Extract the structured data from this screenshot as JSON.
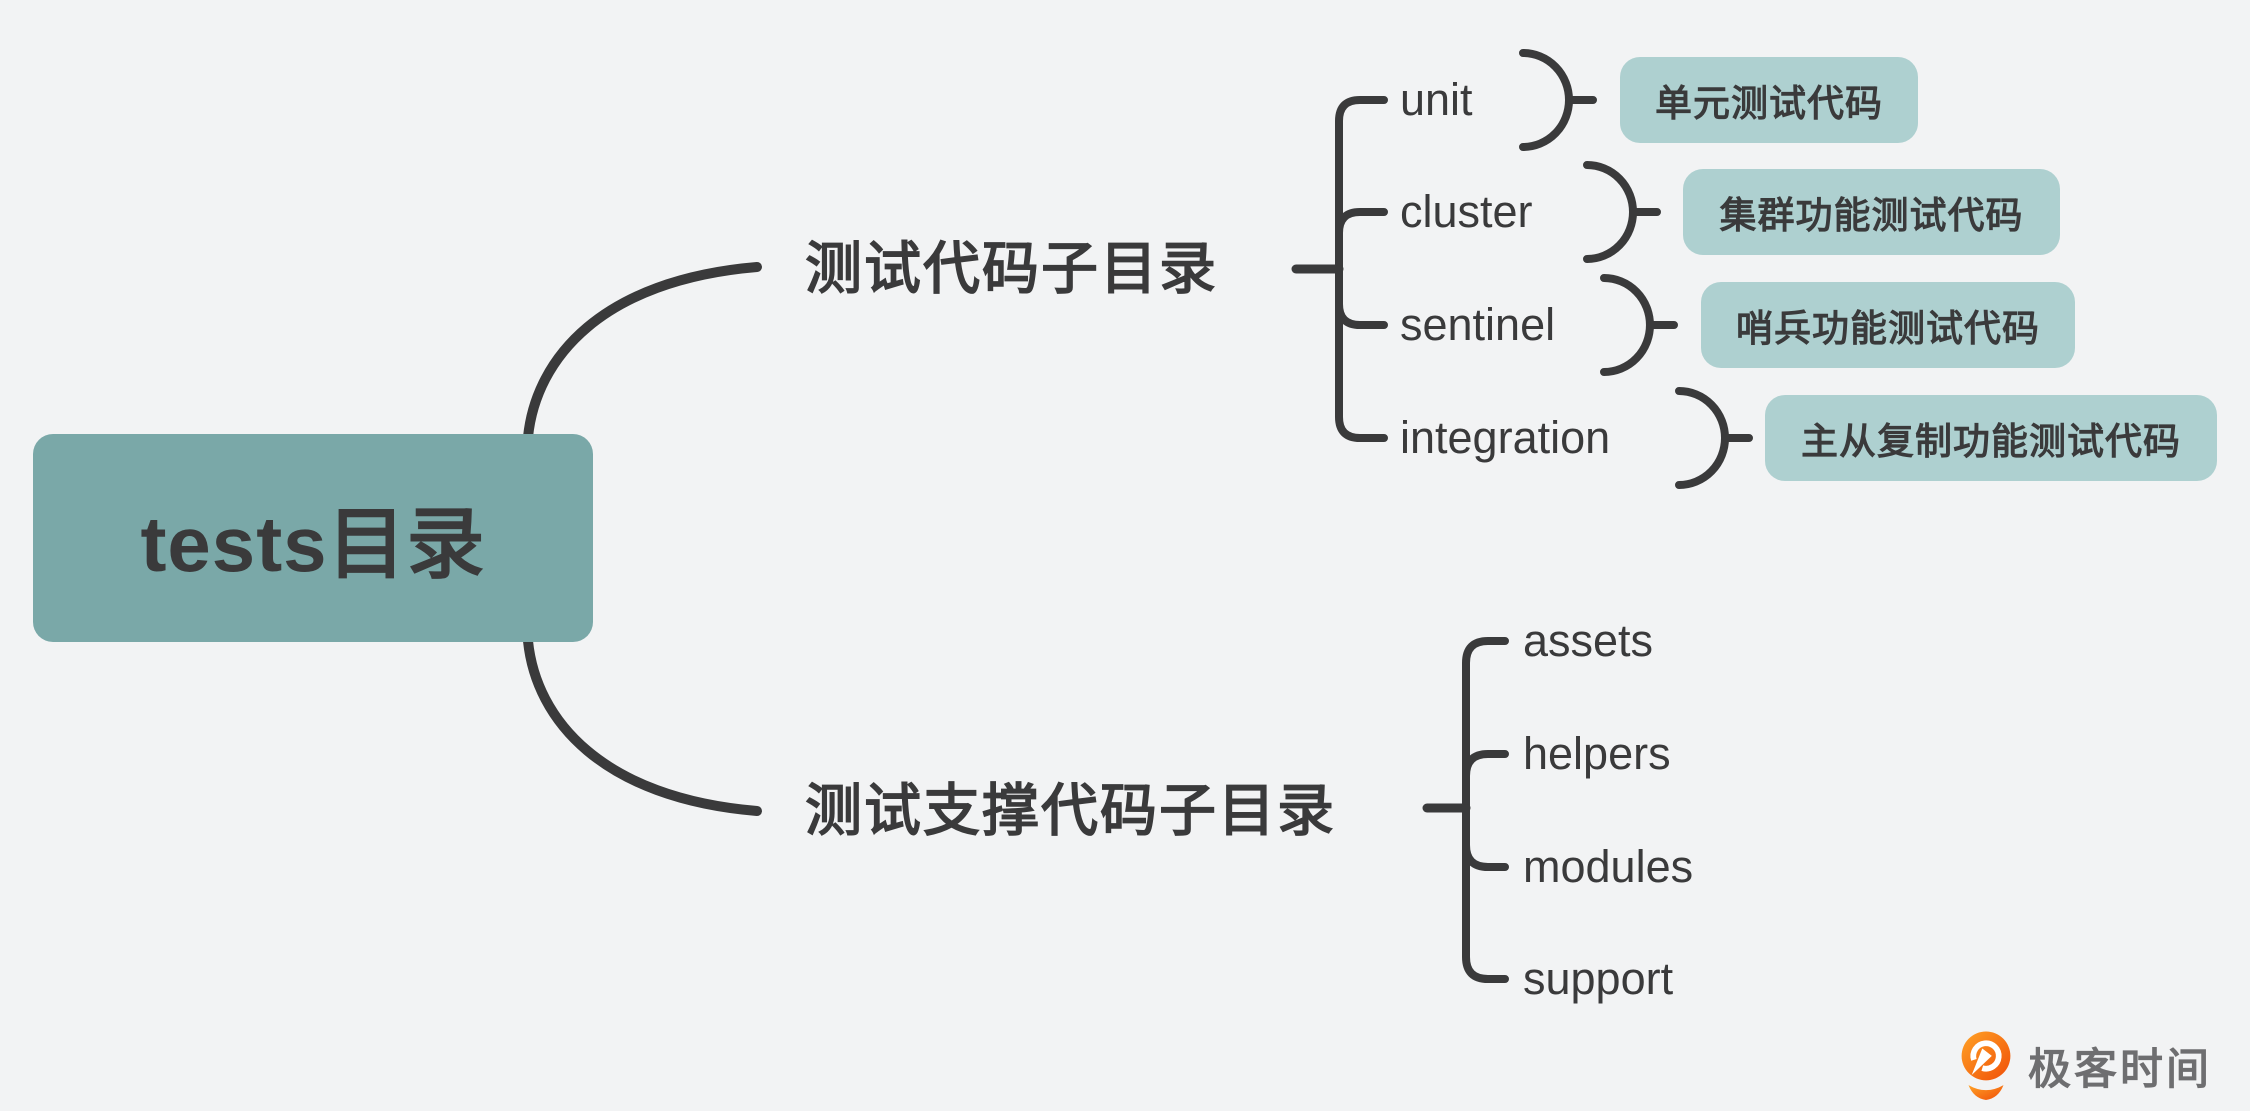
{
  "root": {
    "label": "tests目录"
  },
  "branches": [
    {
      "label": "测试代码子目录",
      "children": [
        {
          "label": "unit",
          "summary": "单元测试代码"
        },
        {
          "label": "cluster",
          "summary": "集群功能测试代码"
        },
        {
          "label": "sentinel",
          "summary": "哨兵功能测试代码"
        },
        {
          "label": "integration",
          "summary": "主从复制功能测试代码"
        }
      ]
    },
    {
      "label": "测试支撑代码子目录",
      "children": [
        {
          "label": "assets"
        },
        {
          "label": "helpers"
        },
        {
          "label": "modules"
        },
        {
          "label": "support"
        }
      ]
    }
  ],
  "watermark": {
    "text": "极客时间"
  },
  "colors": {
    "background": "#f2f3f4",
    "root_fill": "#7aa8a8",
    "summary_fill": "#aed0d0",
    "line_and_text": "#3a3a3b",
    "watermark_orange": "#f56e12",
    "watermark_gray": "#6e6e70"
  }
}
